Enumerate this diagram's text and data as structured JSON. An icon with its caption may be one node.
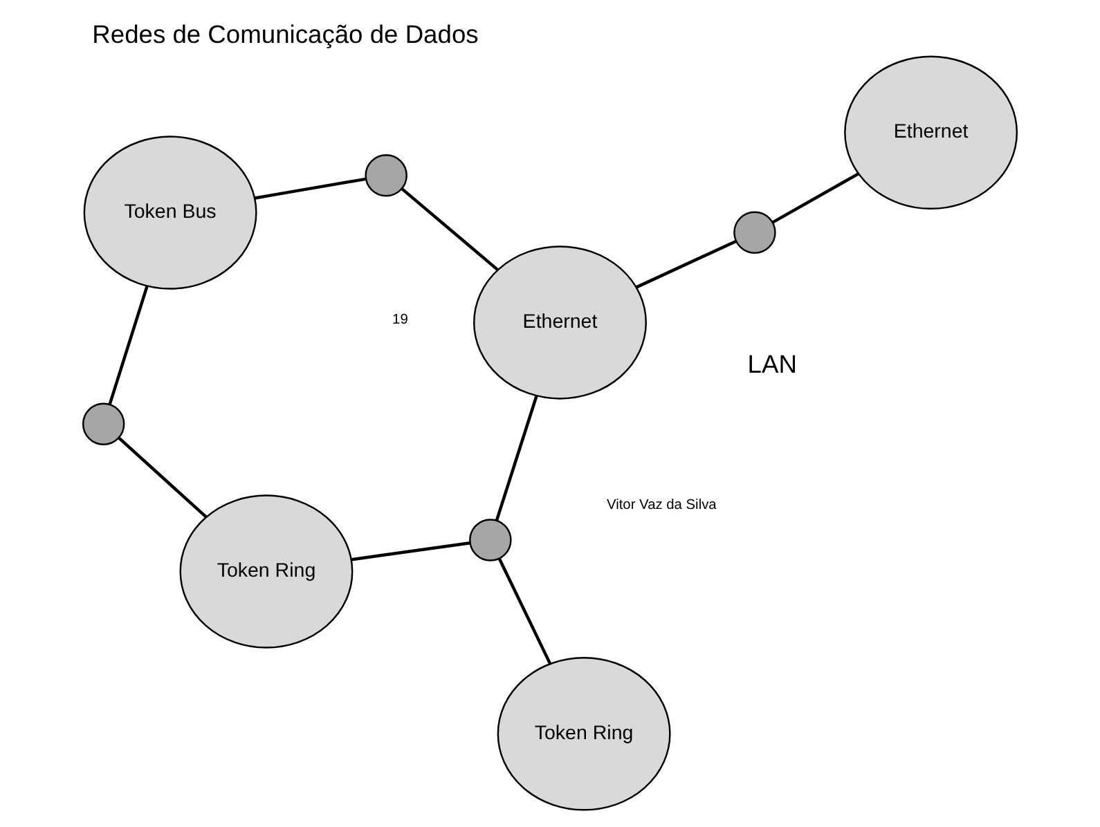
{
  "diagram": {
    "title": "Redes de Comunicação de Dados",
    "nodes": [
      {
        "text": [
          "Token Bus"
        ]
      },
      {
        "text": [
          "Token Ring"
        ]
      },
      {
        "text": [
          "Token Ring"
        ]
      },
      {
        "text": [
          "Ethernet"
        ]
      },
      {
        "text": [
          "Ethernet"
        ]
      },
      {
        "text": [],
        "shape": "circle"
      },
      {
        "text": [],
        "shape": "circle"
      },
      {
        "text": [],
        "shape": "circle"
      },
      {
        "text": [],
        "shape": "circle"
      }
    ],
    "edges": [
      {
        "from": 0,
        "to": 5,
        "arrow": "none"
      },
      {
        "from": 5,
        "to": 1,
        "arrow": "none"
      },
      {
        "from": 1,
        "to": 6,
        "arrow": "none"
      },
      {
        "from": 6,
        "to": 2,
        "arrow": "none"
      },
      {
        "from": 6,
        "to": 3,
        "arrow": "none"
      },
      {
        "from": 0,
        "to": 7,
        "arrow": "none"
      },
      {
        "from": 7,
        "to": 3,
        "arrow": "none"
      },
      {
        "from": 3,
        "to": 8,
        "arrow": "none"
      },
      {
        "from": 8,
        "to": 4,
        "arrow": "none"
      }
    ],
    "labels": [
      "LAN",
      "Vitor Vaz da Silva",
      "19"
    ]
  }
}
